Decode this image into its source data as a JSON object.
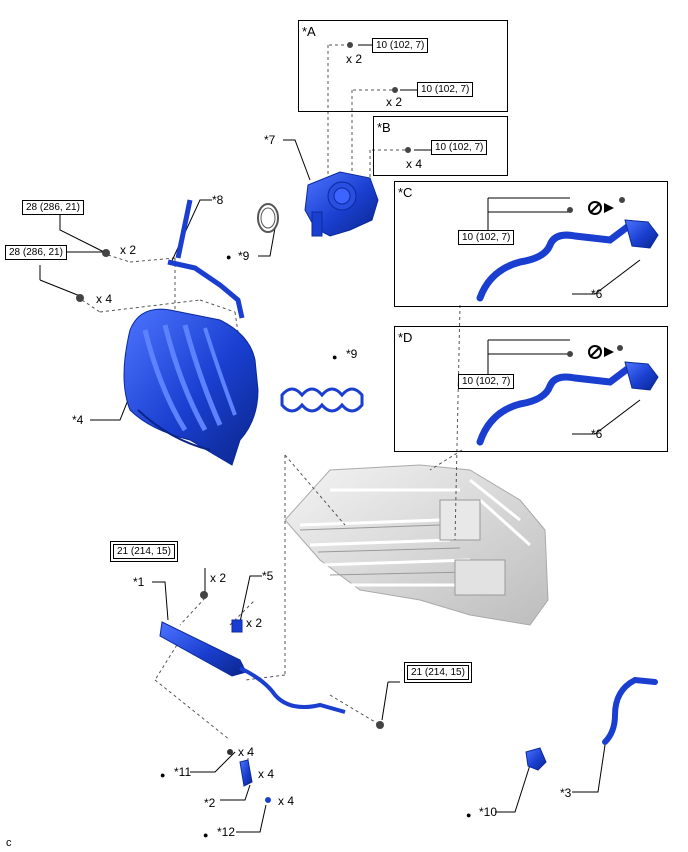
{
  "frames": {
    "A": {
      "title": "*A"
    },
    "B": {
      "title": "*B"
    },
    "C": {
      "title": "*C"
    },
    "D": {
      "title": "*D"
    }
  },
  "torques": {
    "t_a1": "10 (102, 7)",
    "t_a2": "10 (102, 7)",
    "t_b": "10 (102, 7)",
    "t_c": "10 (102, 7)",
    "t_d": "10 (102, 7)",
    "t_28a": "28 (286, 21)",
    "t_28b": "28 (286, 21)",
    "t_21a": "21 (214, 15)",
    "t_21b": "21 (214, 15)"
  },
  "counts": {
    "x2": "x 2",
    "x4": "x 4"
  },
  "parts": {
    "p1": "*1",
    "p2": "*2",
    "p3": "*3",
    "p4": "*4",
    "p5": "*5",
    "p6": "*6",
    "p7": "*7",
    "p8": "*8",
    "p9": "*9",
    "p10": "*10",
    "p11": "*11",
    "p12": "*12"
  },
  "bullet": "●",
  "footer": "c",
  "colors": {
    "part": "#1a3fd0",
    "part_dark": "#0b2a9e",
    "engine": "#d8d8d8"
  }
}
